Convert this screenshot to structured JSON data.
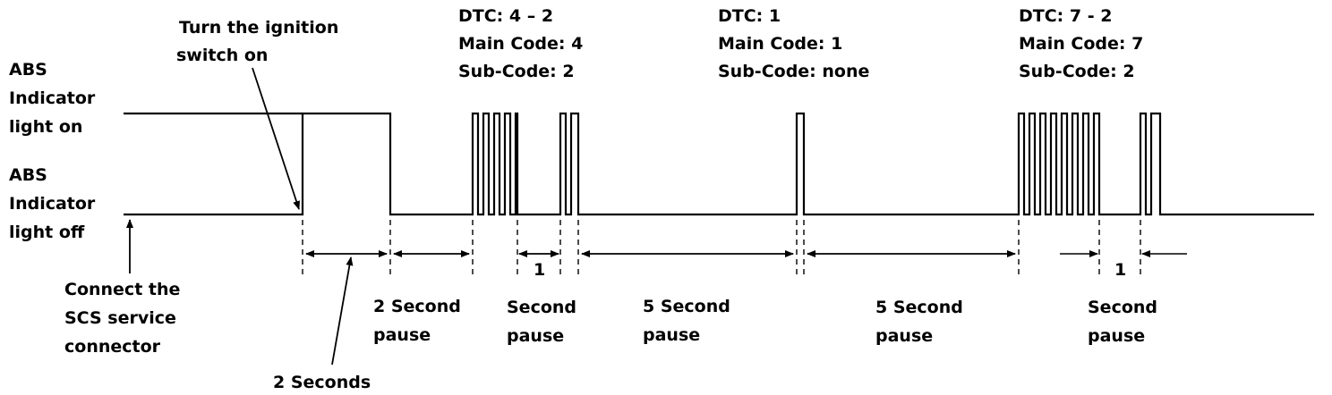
{
  "levels": {
    "on": [
      "ABS",
      "Indicator",
      "light on"
    ],
    "off": [
      "ABS",
      "Indicator",
      "light off"
    ]
  },
  "callouts": {
    "ignition": [
      "Turn the ignition",
      "switch on"
    ],
    "connect": [
      "Connect the",
      "SCS service",
      "connector"
    ],
    "two_seconds": "2 Seconds"
  },
  "codes": [
    {
      "dtc": "DTC: 4 – 2",
      "main": "Main Code: 4",
      "sub": "Sub-Code:  2"
    },
    {
      "dtc": "DTC: 1",
      "main": "Main Code: 1",
      "sub": "Sub-Code:  none"
    },
    {
      "dtc": "DTC: 7 - 2",
      "main": "Main Code: 7",
      "sub": "Sub-Code:  2"
    }
  ],
  "intervals": [
    {
      "number": "",
      "lines": [
        "2 Second",
        "pause"
      ]
    },
    {
      "number": "1",
      "lines": [
        "Second",
        "pause"
      ]
    },
    {
      "number": "",
      "lines": [
        "5 Second",
        "pause"
      ]
    },
    {
      "number": "",
      "lines": [
        "5 Second",
        "pause"
      ]
    },
    {
      "number": "1",
      "lines": [
        "Second",
        "pause"
      ]
    }
  ]
}
